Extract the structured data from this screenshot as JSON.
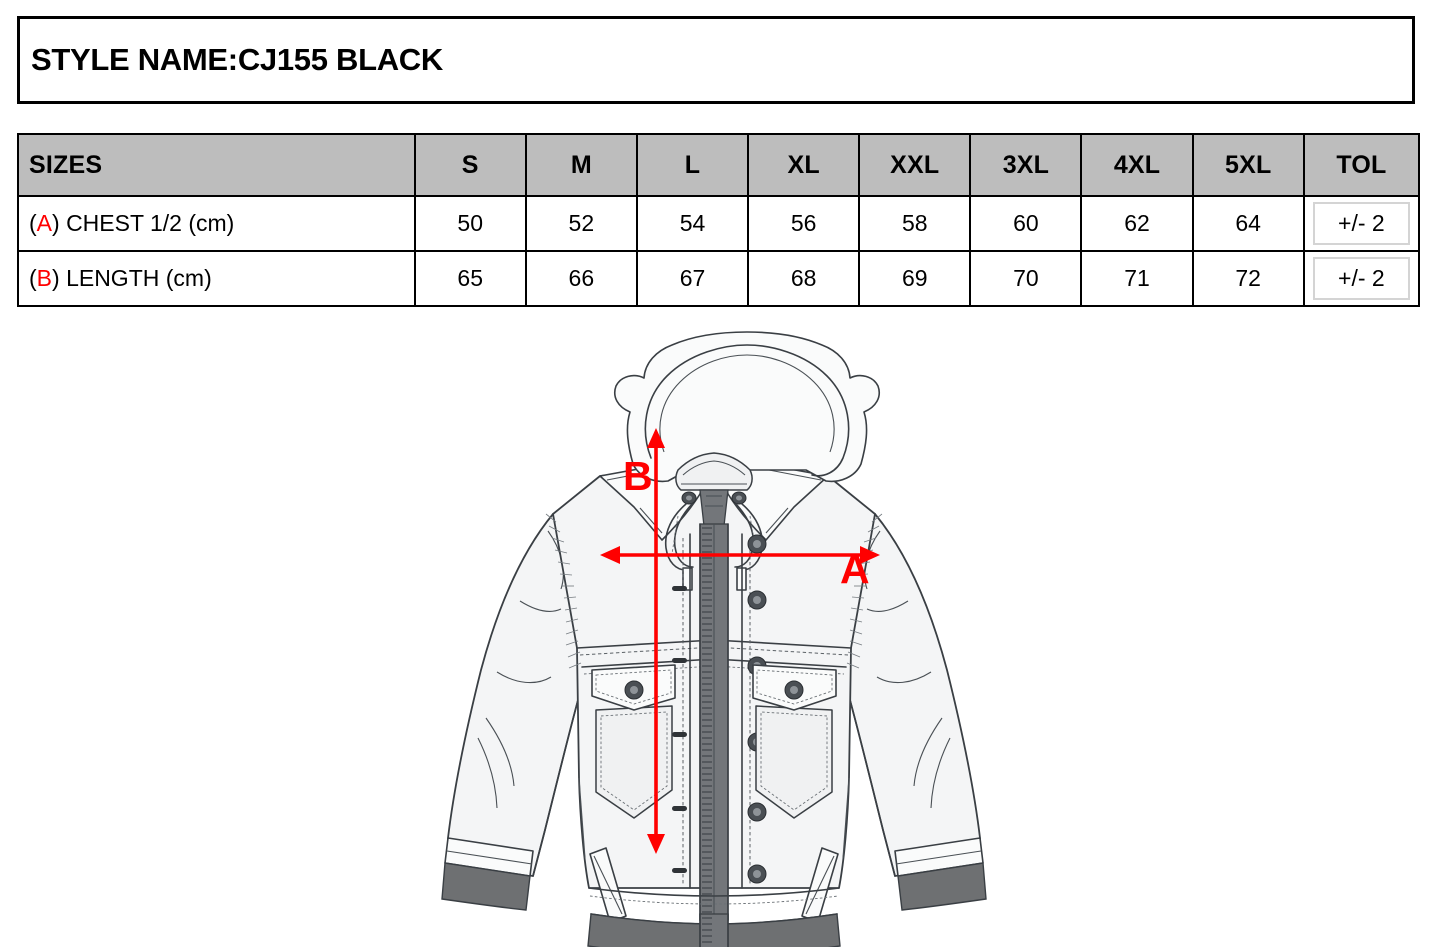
{
  "title": {
    "label": "STYLE NAME:CJ155 BLACK"
  },
  "table": {
    "header": {
      "label": "SIZES",
      "sizes": [
        "S",
        "M",
        "L",
        "XL",
        "XXL",
        "3XL",
        "4XL",
        "5XL"
      ],
      "tolerance": "TOL"
    },
    "rows": [
      {
        "marker": "A",
        "prefix": "(",
        "suffix": ") CHEST 1/2 (cm)",
        "label": "(A) CHEST 1/2 (cm)",
        "values": [
          "50",
          "52",
          "54",
          "56",
          "58",
          "60",
          "62",
          "64"
        ],
        "tolerance": "+/- 2"
      },
      {
        "marker": "B",
        "prefix": "(",
        "suffix": ") LENGTH (cm)",
        "label": "(B) LENGTH (cm)",
        "values": [
          "65",
          "66",
          "67",
          "68",
          "69",
          "70",
          "71",
          "72"
        ],
        "tolerance": "+/- 2"
      }
    ]
  },
  "illustration": {
    "name": "hooded-trucker-jacket-technical-flat",
    "measure_labels": {
      "chest": "A",
      "length": "B"
    }
  },
  "colors": {
    "header_gray": "#bdbdbd",
    "measure_red": "#ff0000",
    "trim_gray": "#6e7072",
    "line_dark": "#3a3f44",
    "body_fill": "#f4f5f6",
    "border_black": "#000000",
    "tol_box_border": "#d4d4d4"
  }
}
